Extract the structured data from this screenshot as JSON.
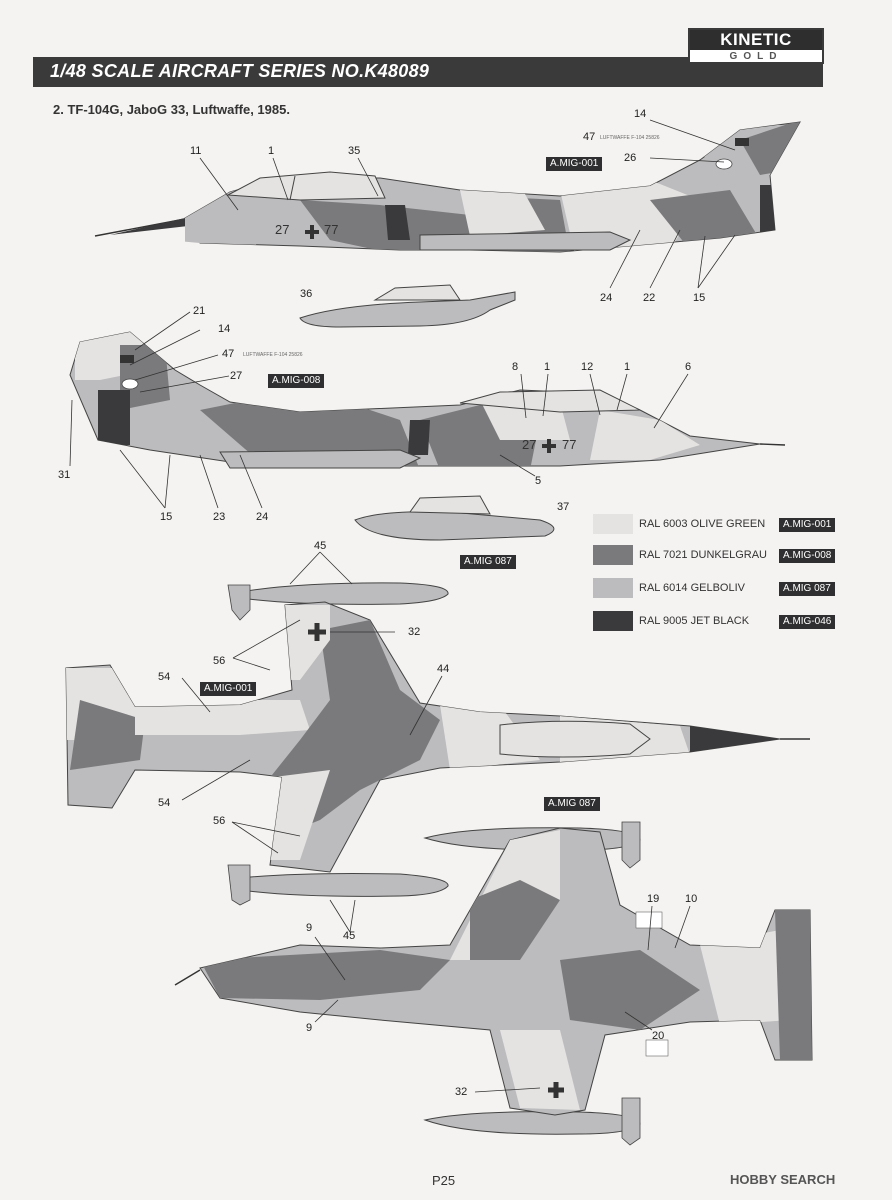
{
  "header": {
    "series_title": "1/48 SCALE  AIRCRAFT  SERIES NO.K48089",
    "logo_top": "KINETIC",
    "logo_bottom": "GOLD"
  },
  "subtitle": "2. TF-104G, JaboG 33, Luftwaffe, 1985.",
  "colors": {
    "olive_green": "#e4e3e1",
    "dunkelgrau": "#7a797b",
    "gelboliv": "#bcbbbd",
    "jet_black": "#3a393b"
  },
  "legend": [
    {
      "label": "RAL 6003 OLIVE GREEN",
      "code": "A.MIG-001",
      "color": "#e4e3e1"
    },
    {
      "label": "RAL 7021 DUNKELGRAU",
      "code": "A.MIG-008",
      "color": "#7a797b"
    },
    {
      "label": "RAL 6014 GELBOLIV",
      "code": "A.MIG 087",
      "color": "#bcbbbd"
    },
    {
      "label": "RAL 9005 JET BLACK",
      "code": "A.MIG-046",
      "color": "#3a393b"
    }
  ],
  "markings": {
    "serial_left": "27",
    "serial_right": "77",
    "small_stencil": "LUFTWAFFE  F-104  25826"
  },
  "callouts": {
    "side1": [
      "11",
      "1",
      "35",
      "14",
      "47",
      "26",
      "24",
      "22",
      "15"
    ],
    "tank1": "36",
    "side2": [
      "21",
      "14",
      "47",
      "27",
      "8",
      "1",
      "12",
      "1",
      "6",
      "31",
      "15",
      "23",
      "24",
      "5"
    ],
    "tank2": "37",
    "top": [
      "45",
      "32",
      "56",
      "54",
      "44",
      "54",
      "56",
      "45"
    ],
    "bottom": [
      "19",
      "10",
      "9",
      "9",
      "20",
      "32"
    ]
  },
  "mig_tags": {
    "side1": "A.MIG-001",
    "side2": "A.MIG-008",
    "tank2": "A.MIG 087",
    "top": "A.MIG-001",
    "bottom": "A.MIG 087"
  },
  "page_number": "P25",
  "watermark": "HOBBY SEARCH"
}
